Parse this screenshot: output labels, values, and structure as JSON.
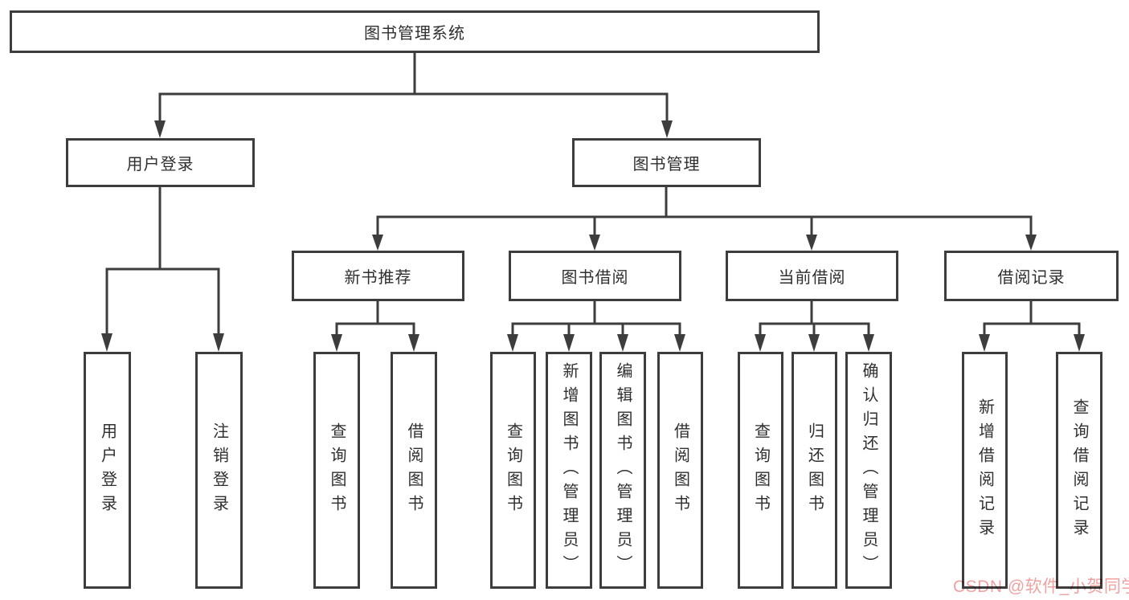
{
  "diagram": {
    "root": {
      "label": "图书管理系统"
    },
    "branches": [
      {
        "label": "用户登录",
        "children": [
          {
            "label": "用户登录"
          },
          {
            "label": "注销登录"
          }
        ]
      },
      {
        "label": "图书管理",
        "children": [
          {
            "label": "新书推荐",
            "children": [
              {
                "label": "查询图书"
              },
              {
                "label": "借阅图书"
              }
            ]
          },
          {
            "label": "图书借阅",
            "children": [
              {
                "label": "查询图书"
              },
              {
                "label": "新增图书（管理员）"
              },
              {
                "label": "编辑图书（管理员）"
              },
              {
                "label": "借阅图书"
              }
            ]
          },
          {
            "label": "当前借阅",
            "children": [
              {
                "label": "查询图书"
              },
              {
                "label": "归还图书"
              },
              {
                "label": "确认归还（管理员）"
              }
            ]
          },
          {
            "label": "借阅记录",
            "children": [
              {
                "label": "新增借阅记录"
              },
              {
                "label": "查询借阅记录"
              }
            ]
          }
        ]
      }
    ]
  },
  "watermark": {
    "text": "CSDN @软件_小贺同学",
    "color": "#f0a2a2"
  },
  "colors": {
    "line": "#3d3d3d",
    "text": "#2f2f2f",
    "background": "#ffffff"
  }
}
